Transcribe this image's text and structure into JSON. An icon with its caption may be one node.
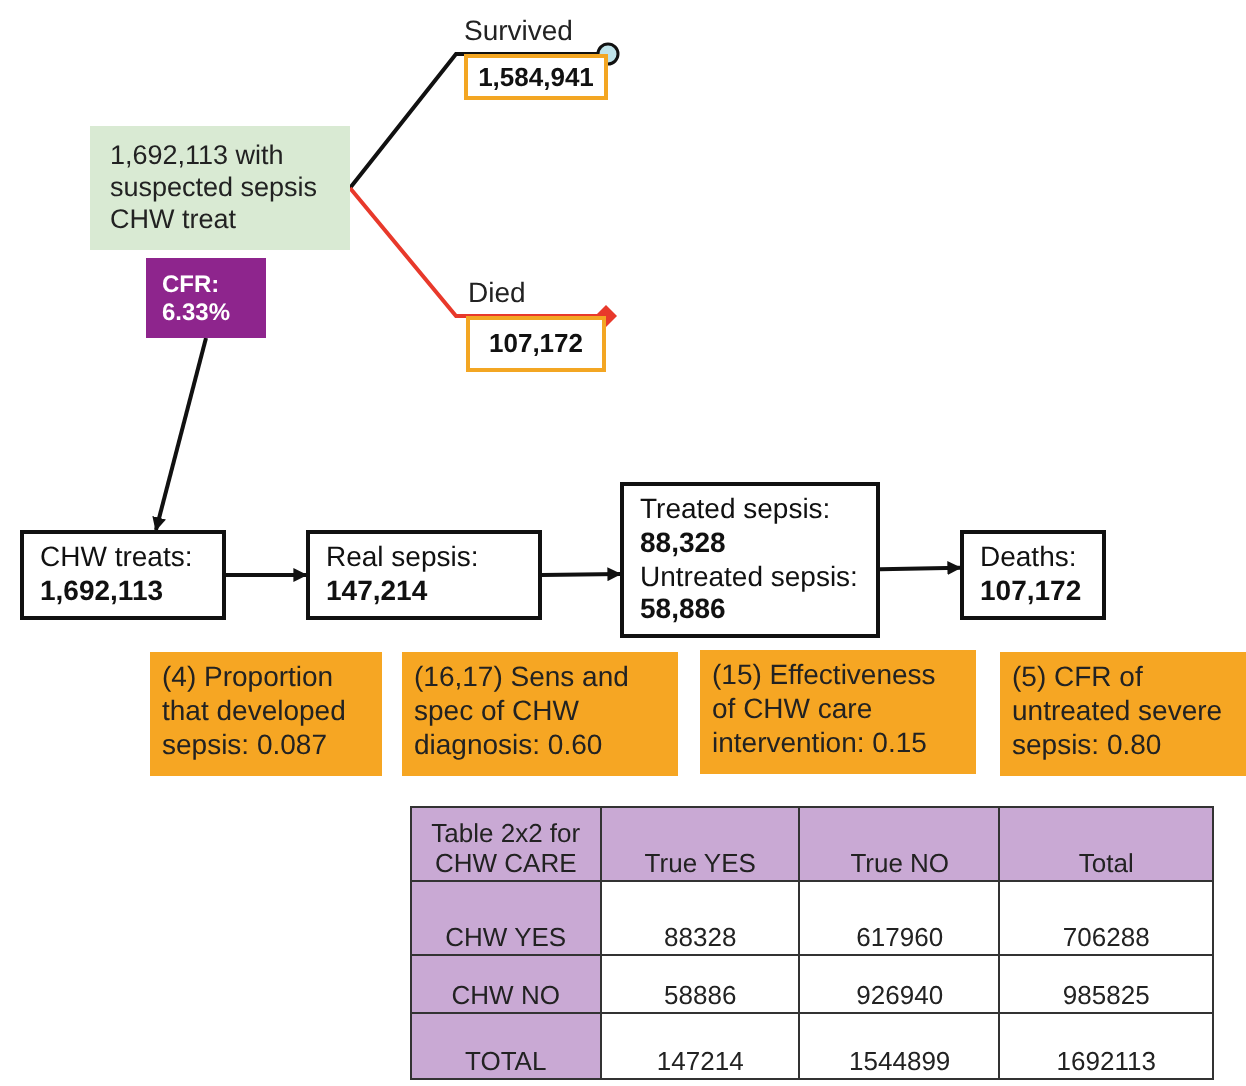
{
  "diagram": {
    "nodes": [
      {
        "text": [
          "1,692,113 with suspected sepsis CHW treat"
        ]
      },
      {
        "text": [
          "1,584,941"
        ],
        "beside": [
          "Survived"
        ]
      },
      {
        "text": [
          "107,172"
        ],
        "beside": [
          "Died"
        ]
      },
      {
        "text": [
          "CFR: 6.33%"
        ]
      },
      {
        "text": [
          "CHW treats:",
          "1,692,113"
        ]
      },
      {
        "text": [
          "Real sepsis:",
          "147,214"
        ]
      },
      {
        "text": [
          "Treated sepsis:",
          "88,328",
          "Untreated sepsis:",
          "58,886"
        ]
      },
      {
        "text": [
          "Deaths:",
          "107,172"
        ]
      },
      {
        "text": [
          "(4) Proportion that developed sepsis: 0.087"
        ]
      },
      {
        "text": [
          "(16,17) Sens and spec of CHW diagnosis: 0.60"
        ]
      },
      {
        "text": [
          "(15) Effectiveness of CHW care intervention: 0.15"
        ]
      },
      {
        "text": [
          "(5) CFR of untreated severe sepsis: 0.80"
        ]
      }
    ],
    "edges": [
      {
        "from": 0,
        "to": 1,
        "arrow": "other"
      },
      {
        "from": 0,
        "to": 2,
        "arrow": "other",
        "color": "#e8392b"
      },
      {
        "from": 3,
        "to": 4,
        "arrow": "to"
      },
      {
        "from": 4,
        "to": 5,
        "arrow": "to"
      },
      {
        "from": 5,
        "to": 6,
        "arrow": "to"
      },
      {
        "from": 6,
        "to": 7,
        "arrow": "to"
      }
    ],
    "labels": [
      "Table 2x2 for CHW CARE",
      "True YES",
      "True NO",
      "Total",
      "CHW YES",
      "88328",
      "617960",
      "706288",
      "CHW NO",
      "58886",
      "926940",
      "985825",
      "TOTAL",
      "147214",
      "1544899",
      "1692113"
    ]
  }
}
